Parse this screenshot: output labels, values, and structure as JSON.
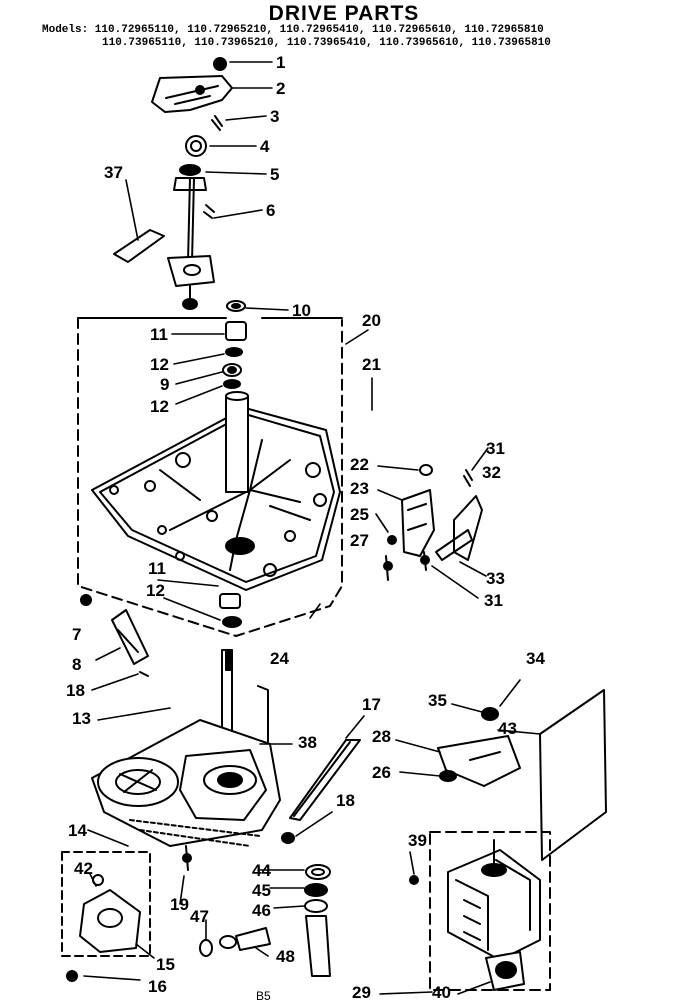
{
  "title": "DRIVE PARTS",
  "models_line1": "Models: 110.72965110, 110.72965210, 110.72965410, 110.72965610, 110.72965810",
  "models_line2": "110.73965110, 110.73965210, 110.73965410, 110.73965610, 110.73965810",
  "footer_code": "B5",
  "part_labels": {
    "p1": "1",
    "p2": "2",
    "p3": "3",
    "p4": "4",
    "p5": "5",
    "p6": "6",
    "p7": "7",
    "p8": "8",
    "p9": "9",
    "p10": "10",
    "p11a": "11",
    "p11b": "11",
    "p12a": "12",
    "p12b": "12",
    "p12c": "12",
    "p13": "13",
    "p14": "14",
    "p15": "15",
    "p16": "16",
    "p17": "17",
    "p18a": "18",
    "p18b": "18",
    "p19": "19",
    "p20": "20",
    "p21": "21",
    "p22": "22",
    "p23": "23",
    "p24": "24",
    "p25": "25",
    "p26": "26",
    "p27": "27",
    "p28": "28",
    "p29": "29",
    "p31a": "31",
    "p31b": "31",
    "p32": "32",
    "p33": "33",
    "p34": "34",
    "p35": "35",
    "p37": "37",
    "p38": "38",
    "p39": "39",
    "p40": "40",
    "p42": "42",
    "p43": "43",
    "p44": "44",
    "p45": "45",
    "p46": "46",
    "p47": "47",
    "p48": "48"
  }
}
